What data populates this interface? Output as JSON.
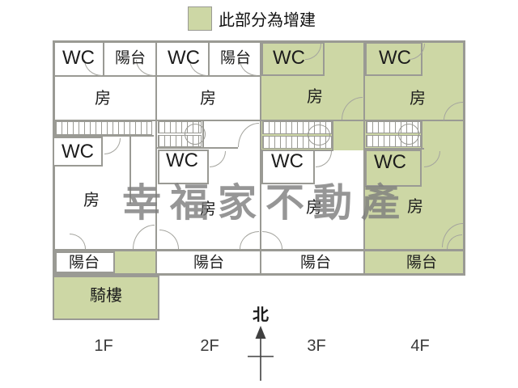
{
  "legend": {
    "label": "此部分為增建"
  },
  "watermark": "幸福家不動產",
  "compass": {
    "north": "北"
  },
  "colors": {
    "addition_green": "#cdd7a5",
    "wall_gray": "#9a9a94",
    "watermark_gray": "#7d7d7d"
  },
  "floors": {
    "f1": {
      "label": "1F",
      "wc_top": "WC",
      "balcony_top": "陽台",
      "room_upper": "房",
      "wc_mid": "WC",
      "room_lower": "房",
      "balcony_bottom": "陽台",
      "arcade": "騎樓"
    },
    "f2": {
      "label": "2F",
      "wc_top": "WC",
      "balcony_top": "陽台",
      "room_upper": "房",
      "wc_mid": "WC",
      "room_lower": "房",
      "balcony_bottom": "陽台"
    },
    "f3": {
      "label": "3F",
      "wc_top": "WC",
      "room_upper": "房",
      "wc_mid": "WC",
      "room_lower": "房",
      "balcony_bottom": "陽台"
    },
    "f4": {
      "label": "4F",
      "wc_top": "WC",
      "room_upper": "房",
      "wc_mid": "WC",
      "room_lower": "房",
      "balcony_bottom": "陽台"
    }
  }
}
